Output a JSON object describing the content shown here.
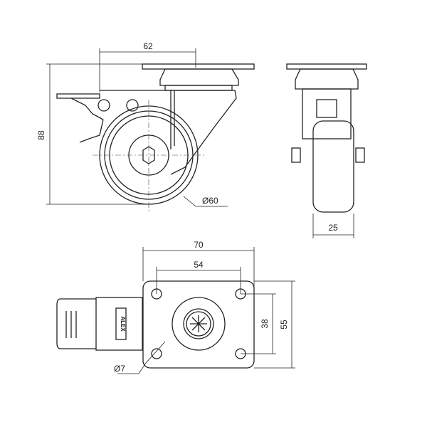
{
  "drawing": {
    "brand_logo": "ALEX",
    "dimensions": {
      "plate_offset": "62",
      "total_height": "88",
      "wheel_diameter": "Ø60",
      "wheel_width": "25",
      "plate_length": "70",
      "hole_spacing_length": "54",
      "hole_spacing_width": "38",
      "plate_width": "55",
      "hole_diameter": "Ø7"
    }
  }
}
